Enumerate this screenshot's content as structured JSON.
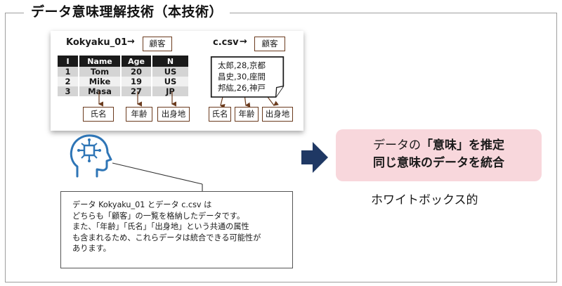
{
  "title": "データ意味理解技術（本技術）",
  "kokyaku": {
    "name": "Kokyaku_01",
    "tag": "顧客",
    "headers": [
      "I",
      "Name",
      "Age",
      "N"
    ],
    "rows": [
      [
        "1",
        "Tom",
        "20",
        "US"
      ],
      [
        "2",
        "Mike",
        "19",
        "US"
      ],
      [
        "3",
        "Masa",
        "27",
        "JP"
      ]
    ],
    "attr_labels": [
      "氏名",
      "年齢",
      "出身地"
    ]
  },
  "csv": {
    "name": "c.csv",
    "tag": "顧客",
    "lines": [
      "太郎,28,京都",
      "昌史,30,座間",
      "邦紘,26,神戸"
    ],
    "attr_labels": [
      "氏名",
      "年齢",
      "出身地"
    ]
  },
  "note_lines": [
    "データ Kokyaku_01 とデータ c.csv は",
    "どちらも「顧客」の一覧を格納したデータです。",
    "また、「年齢」「氏名」「出身地」という共通の属性",
    "も含まれるため、これらデータは統合できる可能性が",
    "あります。"
  ],
  "result": {
    "line1_plain": "データの",
    "line1_bold": "「意味」を推定",
    "line2": "同じ意味のデータを統合"
  },
  "whitebox": "ホワイトボックス的",
  "arrow_symbol": "→",
  "colors": {
    "tag_border": "#6b3b1e",
    "navy": "#1f3864",
    "pink": "#f8d7dc",
    "icon_blue": "#2e75b6"
  }
}
